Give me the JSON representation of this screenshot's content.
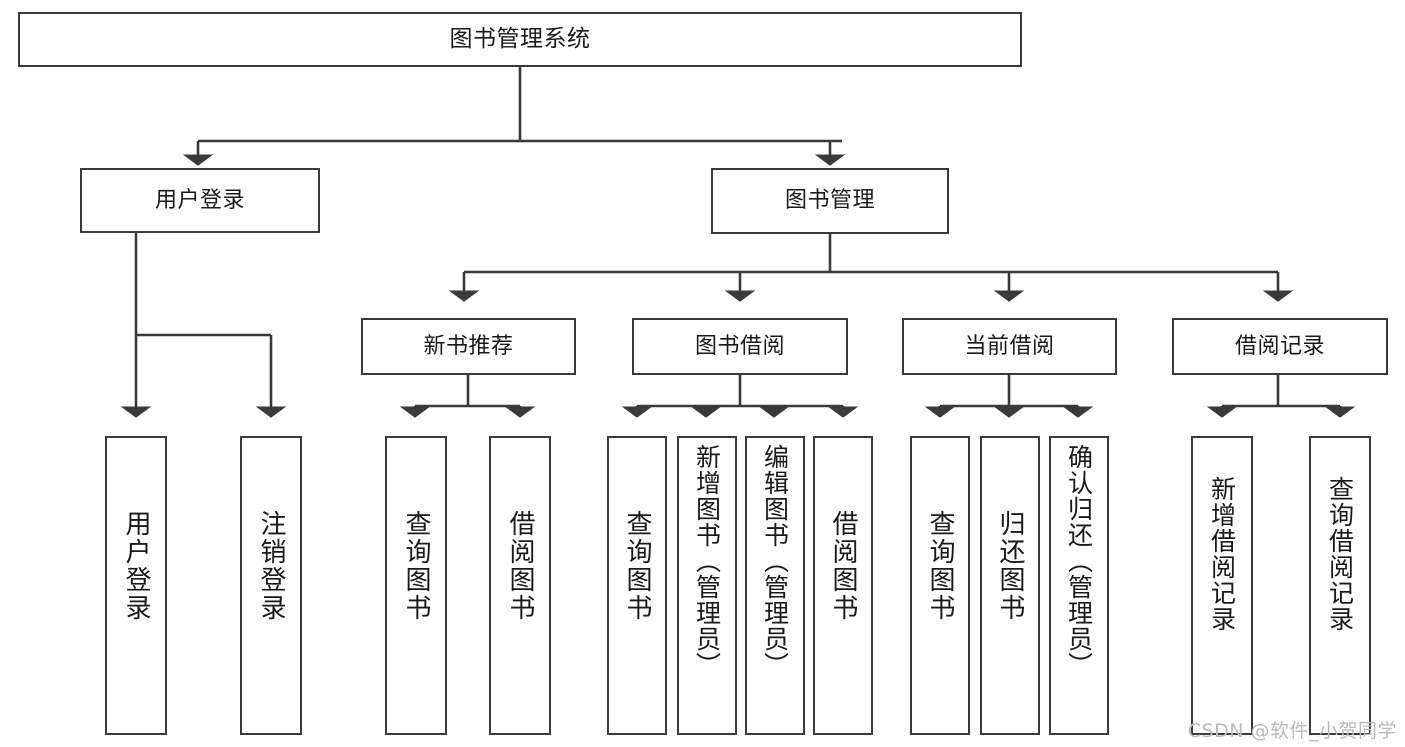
{
  "diagram": {
    "title": "图书管理系统",
    "type": "tree",
    "watermark": "CSDN @软件_小贺同学",
    "colors": {
      "box_border": "#3a3a3a",
      "box_fill": "#ffffff",
      "connector": "#3a3a3a",
      "text": "#1a1a1a",
      "watermark": "#b9b9b9"
    },
    "nodes": {
      "root": {
        "label": "图书管理系统"
      },
      "level2": [
        {
          "label": "用户登录"
        },
        {
          "label": "图书管理"
        }
      ],
      "level3": [
        {
          "label": "新书推荐"
        },
        {
          "label": "图书借阅"
        },
        {
          "label": "当前借阅"
        },
        {
          "label": "借阅记录"
        }
      ],
      "leaves_user_login": [
        {
          "label": "用户登录"
        },
        {
          "label": "注销登录"
        }
      ],
      "leaves_new_book": [
        {
          "label": "查询图书"
        },
        {
          "label": "借阅图书"
        }
      ],
      "leaves_borrow": [
        {
          "label": "查询图书"
        },
        {
          "label": "新增图书（管理员）"
        },
        {
          "label": "编辑图书（管理员）"
        },
        {
          "label": "借阅图书"
        }
      ],
      "leaves_current": [
        {
          "label": "查询图书"
        },
        {
          "label": "归还图书"
        },
        {
          "label": "确认归还（管理员）"
        }
      ],
      "leaves_record": [
        {
          "label": "新增借阅记录"
        },
        {
          "label": "查询借阅记录"
        }
      ]
    }
  }
}
